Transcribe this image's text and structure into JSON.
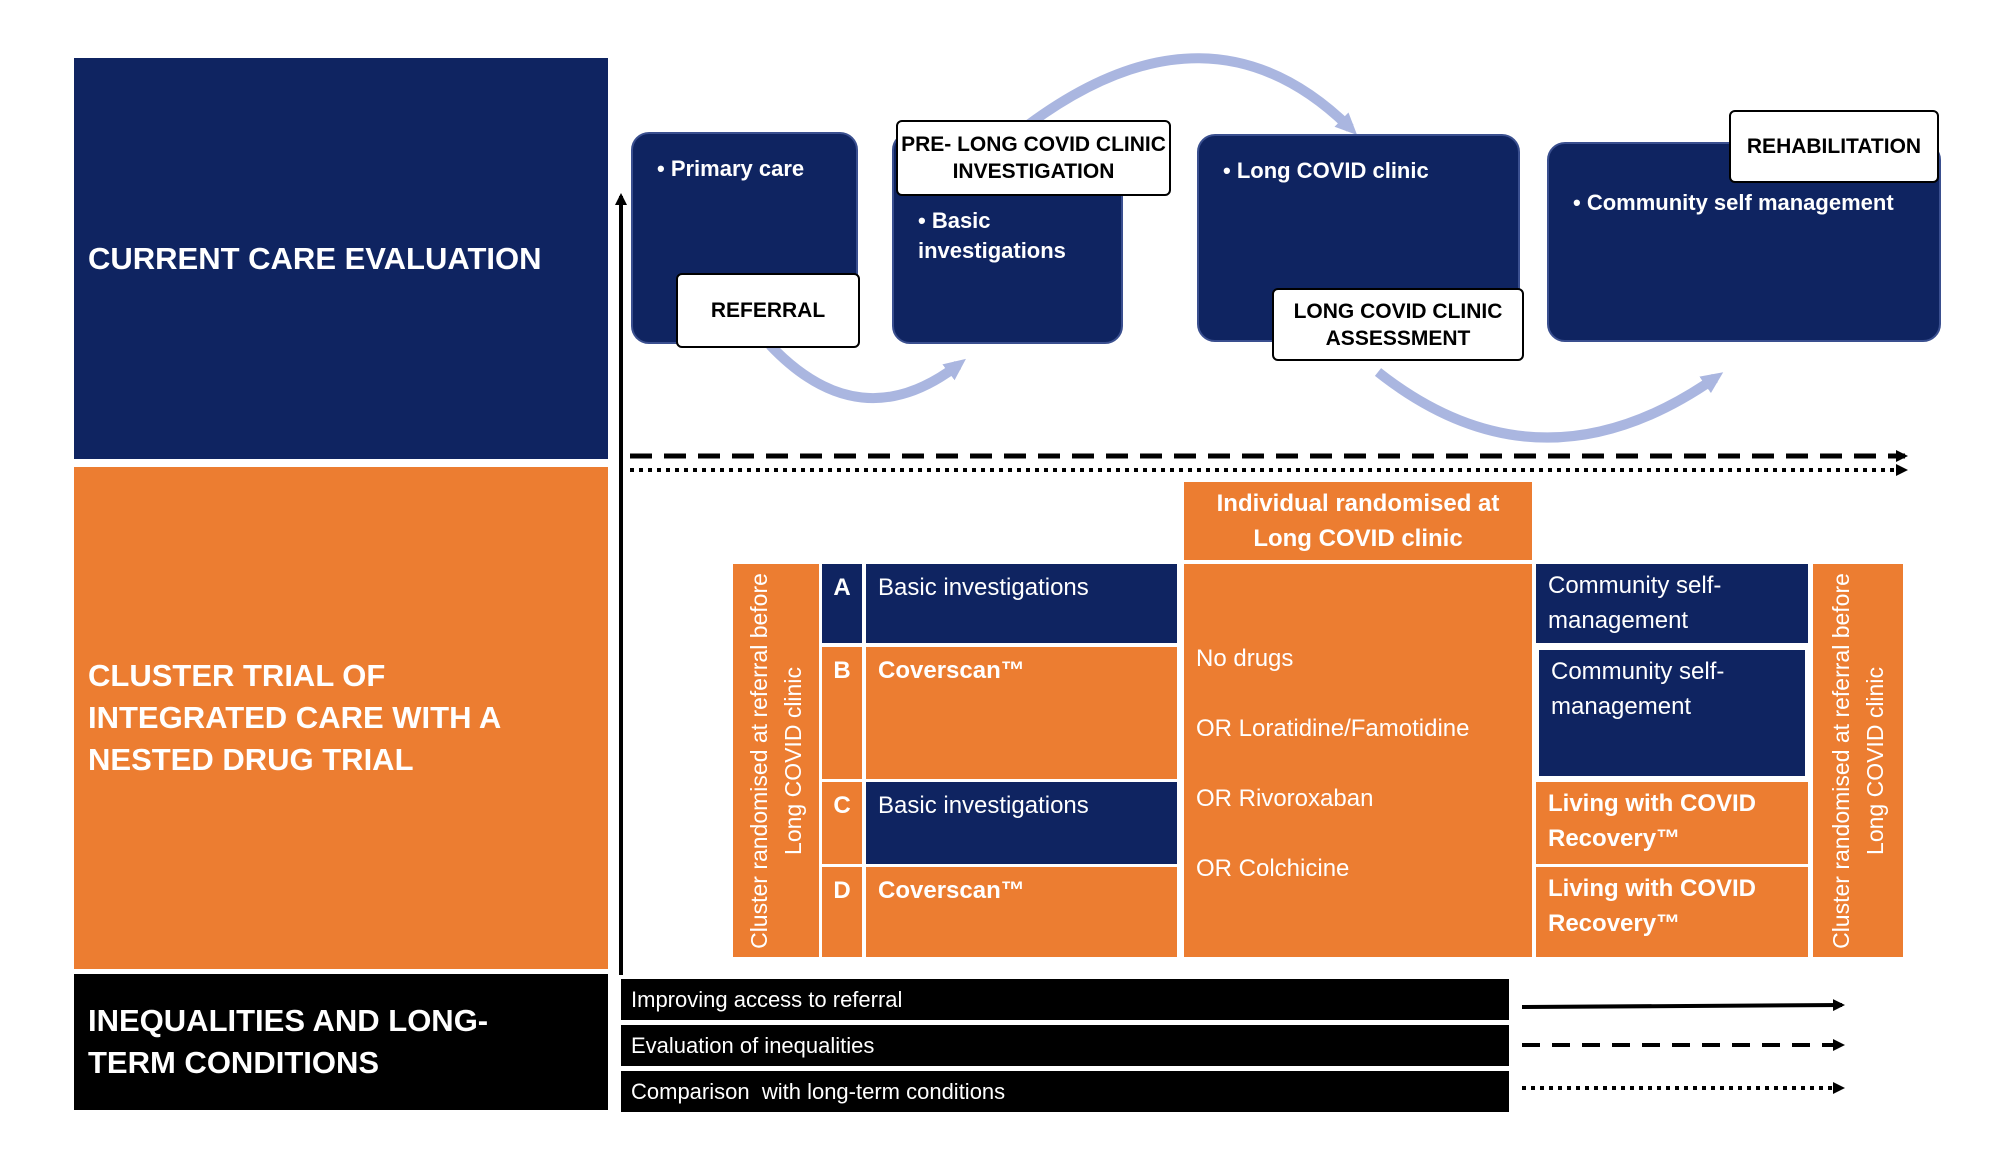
{
  "sections": {
    "current_care": "CURRENT CARE EVALUATION",
    "cluster_trial": "CLUSTER TRIAL OF INTEGRATED CARE WITH A NESTED DRUG TRIAL",
    "inequalities": "INEQUALITIES AND LONG-TERM CONDITIONS"
  },
  "care_pathway": {
    "stage1": {
      "bullet": "• Primary care",
      "label": "REFERRAL"
    },
    "stage2": {
      "label": "PRE- LONG COVID CLINIC INVESTIGATION",
      "bullet": "• Basic investigations"
    },
    "stage3": {
      "bullet": "• Long COVID clinic",
      "label": "LONG COVID CLINIC ASSESSMENT"
    },
    "stage4": {
      "label": "REHABILITATION",
      "bullet": "• Community self management"
    }
  },
  "trial": {
    "left_vertical": "Cluster randomised at referral before Long COVID clinic",
    "right_vertical": "Cluster randomised at referral before Long COVID clinic",
    "individual_header": "Individual randomised at Long COVID clinic",
    "arms": [
      {
        "letter": "A",
        "investigation": "Basic investigations",
        "rehab": "Community self-management"
      },
      {
        "letter": "B",
        "investigation": "Coverscan™",
        "rehab": "Community self-management"
      },
      {
        "letter": "C",
        "investigation": "Basic investigations",
        "rehab": "Living with COVID Recovery™"
      },
      {
        "letter": "D",
        "investigation": "Coverscan™",
        "rehab": "Living with COVID Recovery™"
      }
    ],
    "drugs": [
      "No drugs",
      "OR Loratidine/Famotidine",
      "OR Rivoroxaban",
      "OR Colchicine"
    ]
  },
  "inequalities_bars": [
    "Improving access to referral",
    "Evaluation of inequalities",
    "Comparison  with long-term conditions"
  ],
  "colors": {
    "navy": "#0f2461",
    "orange": "#ec7d31",
    "black": "#000000",
    "arrow": "#aab6e0"
  }
}
